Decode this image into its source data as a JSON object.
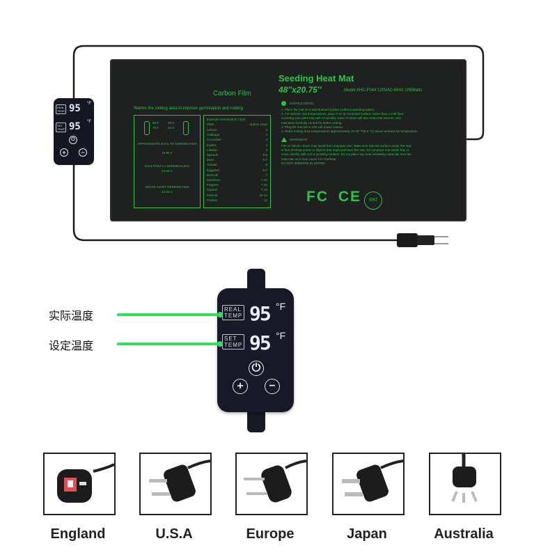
{
  "mat": {
    "brand_text": "Carbon Film",
    "title": "Seeding Heat Mat",
    "size": "48″x20.75″",
    "model": "Model:XHC-F044 120VAC 60Hz 105Watts",
    "warm_text": "Warms the rooting area to improve germination and rooting",
    "temp_f": "65-F",
    "temp_f2": "70 F",
    "temp_c": "30 C",
    "temp_c2": "24 C",
    "approx_days": "APPROXIMATE DAYS TO GERMINATION",
    "approx_range": "75-85 F",
    "dias": "DIAS PARA LA GERMINACION",
    "dias_range": "24-30 C",
    "jours": "JOURS AVANT GERMINATION",
    "jours_range": "24-30 C",
    "chart_title": "Example Germination Chart",
    "chart_head_left": "Plant",
    "chart_head_right": "Approx Days",
    "chart_rows": [
      [
        "Lettuce",
        "2"
      ],
      [
        "Cabbage",
        "4"
      ],
      [
        "Cucumber",
        "4"
      ],
      [
        "Endive",
        "4"
      ],
      [
        "Lobelia",
        "4"
      ],
      [
        "Spinach",
        "5-6"
      ],
      [
        "Basil",
        "5-7"
      ],
      [
        "Tomato",
        "6"
      ],
      [
        "Eggplant",
        "5-7"
      ],
      [
        "Broccoli",
        "7"
      ],
      [
        "Geranium",
        "7-10"
      ],
      [
        "Peppers",
        "7-10"
      ],
      [
        "Squash",
        "7-10"
      ],
      [
        "Petunia",
        "10-12"
      ],
      [
        "Parsley",
        "12"
      ]
    ],
    "instructions_title": "INSTRUCTIONS:",
    "instructions": [
      "1. Place the mat on a well drained surface (without standing water).",
      "2. For warmer mat temperatures, place it on an insulated surface rather than a cold floor.",
      "Covering your plant tray with a humidity cover or dome will also keep mat warmer, and",
      "maintains humidity control for better rooting.",
      "3. Plug the mat into a 120 volt power source.",
      "4. Raise rooting area temperatures approximately 10-20 °F(5-6 °C) above ambient air temperature."
    ],
    "warnings_title": "WARNINGS:",
    "warnings": [
      "Fire or electric shock may result from improper use. Make sure that the surface under the mat",
      "is free of sharp points or objects that might puncture the mat. Do not place mat inside tray or",
      "cover directly with soil or growing medium. Do not place any heat insulating materials over the",
      "heat mat, as it may cause it to overheat.",
      "DO NOT IMMERSE IN WATER."
    ],
    "cert_fc": "FC",
    "cert_ce": "CE",
    "cert_ip": "IP67"
  },
  "controller": {
    "real_label_1": "REAL",
    "real_label_2": "TEMP",
    "set_label_1": "SET",
    "set_label_2": "TEMP",
    "real_value": "95",
    "set_value": "95",
    "unit": "°F",
    "power_symbol": "⏻",
    "plus_symbol": "+",
    "minus_symbol": "−"
  },
  "annotations": {
    "actual_temp": "实际温度",
    "set_temp": "设定温度"
  },
  "plugs": [
    {
      "name": "England"
    },
    {
      "name": "U.S.A"
    },
    {
      "name": "Europe"
    },
    {
      "name": "Japan"
    },
    {
      "name": "Australia"
    }
  ],
  "colors": {
    "mat_print": "#2fc24a",
    "annotation_line": "#2ee05a",
    "controller_body": "#171a26"
  }
}
